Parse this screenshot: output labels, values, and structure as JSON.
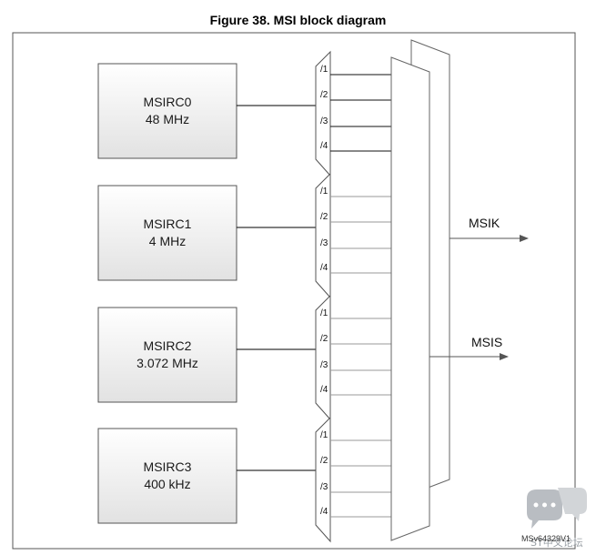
{
  "title": "Figure 38. MSI block diagram",
  "oscillators": [
    {
      "name": "MSIRC0",
      "freq": "48 MHz"
    },
    {
      "name": "MSIRC1",
      "freq": "4 MHz"
    },
    {
      "name": "MSIRC2",
      "freq": "3.072 MHz"
    },
    {
      "name": "MSIRC3",
      "freq": "400 kHz"
    }
  ],
  "dividers": [
    "/1",
    "/2",
    "/3",
    "/4"
  ],
  "outputs": {
    "msik": "MSIK",
    "msis": "MSIS"
  },
  "reference": "MSv64329V1",
  "watermark": "ST中文论坛",
  "colors": {
    "block_top": "#ffffff",
    "block_bottom": "#e4e4e4",
    "line": "#000000",
    "border": "#555555"
  }
}
